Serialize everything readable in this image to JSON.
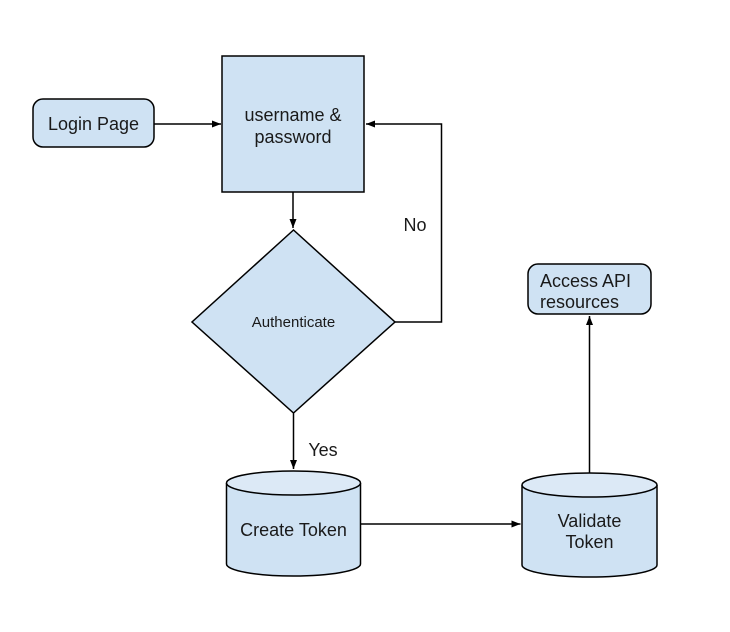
{
  "page": {
    "background": "#ffffff"
  },
  "colors": {
    "node_fill": "#cfe2f3",
    "cylinder_top_fill": "#dce9f6",
    "node_stroke": "#000000",
    "edge": "#000000",
    "text": "#1a1a1a"
  },
  "nodes": {
    "login_page": {
      "shape": "rounded-rectangle",
      "label": "Login Page"
    },
    "credentials": {
      "shape": "rectangle",
      "label": "username & password",
      "lines": [
        "username &",
        "password"
      ]
    },
    "authenticate": {
      "shape": "diamond",
      "label": "Authenticate"
    },
    "create_token": {
      "shape": "cylinder",
      "label": "Create Token"
    },
    "validate_token": {
      "shape": "cylinder",
      "label": "Validate Token",
      "lines": [
        "Validate",
        "Token"
      ]
    },
    "access_api": {
      "shape": "rounded-rectangle",
      "label": "Access API resources",
      "lines": [
        "Access API",
        "resources"
      ]
    }
  },
  "edges": [
    {
      "from": "login_page",
      "to": "credentials",
      "label": ""
    },
    {
      "from": "credentials",
      "to": "authenticate",
      "label": ""
    },
    {
      "from": "authenticate",
      "to": "credentials",
      "label": "No"
    },
    {
      "from": "authenticate",
      "to": "create_token",
      "label": "Yes"
    },
    {
      "from": "create_token",
      "to": "validate_token",
      "label": ""
    },
    {
      "from": "validate_token",
      "to": "access_api",
      "label": ""
    }
  ]
}
